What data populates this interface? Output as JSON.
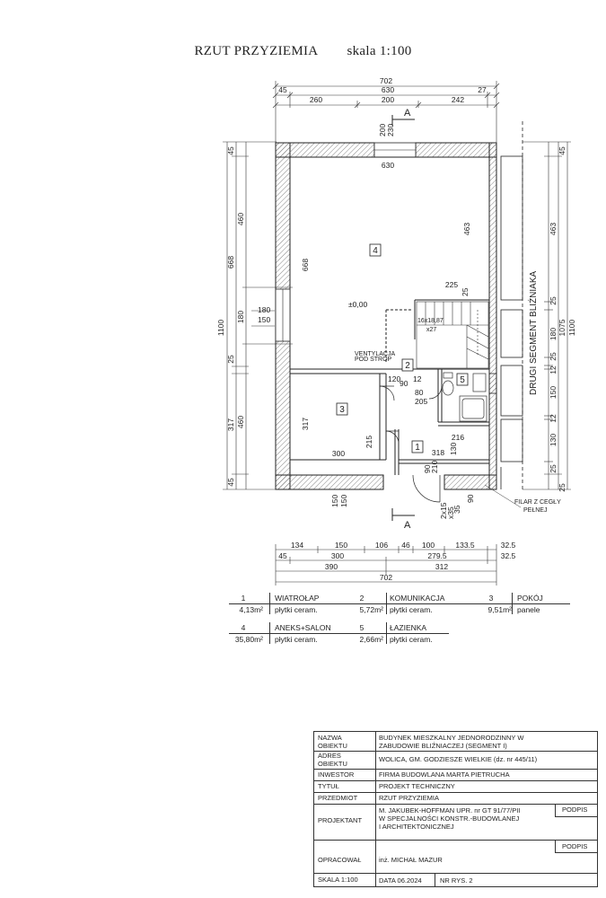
{
  "header": {
    "title": "RZUT PRZYZIEMIA",
    "scale": "skala 1:100"
  },
  "top_dims": {
    "row1": [
      "702"
    ],
    "row2": [
      "45",
      "630",
      "27"
    ],
    "row3": [
      "260",
      "200",
      "242"
    ],
    "small": [
      "200",
      "230"
    ]
  },
  "bottom_dims": {
    "row1": [
      "134",
      "150",
      "106",
      "46",
      "100",
      "133.5",
      "32.5"
    ],
    "row2": [
      "45",
      "300",
      "279.5",
      "32.5"
    ],
    "row3": [
      "390",
      "312"
    ],
    "row4": [
      "702"
    ]
  },
  "left_dims": {
    "total": "1100",
    "col1": [
      "45",
      "668",
      "25",
      "317",
      "45"
    ],
    "col2": [
      "460",
      "180",
      "460"
    ]
  },
  "right_dims": {
    "total": "1100",
    "col1": [
      "463",
      "25",
      "180",
      "25",
      "12",
      "150",
      "12",
      "130",
      "25"
    ],
    "col2": [
      "45",
      "1075",
      "25"
    ]
  },
  "section_mark": "A",
  "rooms_on_plan": {
    "r1": "1",
    "r2": "2",
    "r3": "3",
    "r4": "4",
    "r5": "5"
  },
  "plan_texts": {
    "level": "±0,00",
    "w630": "630",
    "h668": "668",
    "h463": "463",
    "w225": "225",
    "v25": "25",
    "stairs": "16x18,87",
    "stairs2": "x27",
    "h180": "180",
    "h150": "150",
    "vent": "VENTYLACJA",
    "vent2": "POD STROP",
    "w120": "120",
    "w12": "12",
    "r3_h317": "317",
    "r3_w300": "300",
    "r3_h215": "215",
    "d80": "80",
    "d205": "205",
    "d90": "90",
    "w216": "216",
    "w318": "318",
    "w210": "210",
    "w90b": "90",
    "w35": "35",
    "w150b": "150",
    "w150c": "150",
    "win": "2x15",
    "win2": "x35",
    "segment": "DRUGI SEGMENT BLIŹNIAKA",
    "filar": "FILAR Z CEGŁY",
    "filar2": "PEŁNEJ",
    "w130": "130"
  },
  "room_legend": [
    {
      "no": "1",
      "name": "WIATROŁAP",
      "area": "4,13m²",
      "finish": "płytki ceram."
    },
    {
      "no": "2",
      "name": "KOMUNIKACJA",
      "area": "5,72m²",
      "finish": "płytki ceram."
    },
    {
      "no": "3",
      "name": "POKÓJ",
      "area": "9,51m²",
      "finish": "panele"
    },
    {
      "no": "4",
      "name": "ANEKS+SALON",
      "area": "35,80m²",
      "finish": "płytki ceram."
    },
    {
      "no": "5",
      "name": "ŁAZIENKA",
      "area": "2,66m²",
      "finish": "płytki ceram."
    }
  ],
  "title_block": {
    "nazwa_label": "NAZWA\nOBIEKTU",
    "nazwa_value": "BUDYNEK MIESZKALNY JEDNORODZINNY W\nZABUDOWIE BLIŹNIACZEJ (SEGMENT I)",
    "adres_label": "ADRES\nOBIEKTU",
    "adres_value": "WOLICA, GM. GODZIESZE WIELKIE  (dz. nr 445/11)",
    "inwestor_label": "INWESTOR",
    "inwestor_value": "FIRMA BUDOWLANA MARTA PIETRUCHA",
    "tytul_label": "TYTUŁ",
    "tytul_value": "PROJEKT TECHNICZNY",
    "przedmiot_label": "PRZEDMIOT",
    "przedmiot_value": "RZUT PRZYZIEMIA",
    "projektant_label": "PROJEKTANT",
    "projektant_value": "M. JAKUBEK-HOFFMAN UPR. nr GT 91/77/PII\nW SPECJALNOŚCI KONSTR.-BUDOWLANEJ\nI ARCHITEKTONICZNEJ",
    "opracowal_label": "OPRACOWAŁ",
    "opracowal_value": "inż. MICHAŁ MAZUR",
    "podpis1": "PODPIS",
    "podpis2": "PODPIS",
    "skala": "SKALA 1:100",
    "data": "DATA  06.2024",
    "nr_rys": "NR RYS.  2"
  }
}
